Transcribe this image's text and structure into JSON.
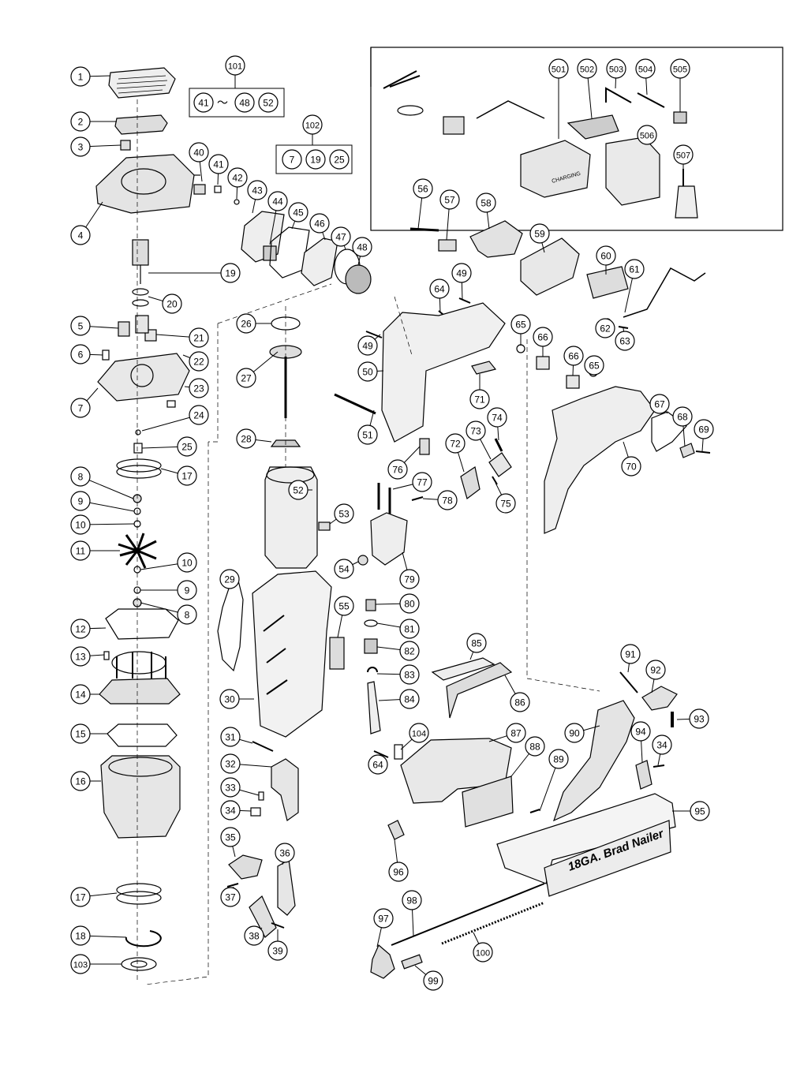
{
  "diagram": {
    "callouts": [
      {
        "n": "1"
      },
      {
        "n": "2"
      },
      {
        "n": "3"
      },
      {
        "n": "4"
      },
      {
        "n": "5"
      },
      {
        "n": "6"
      },
      {
        "n": "7"
      },
      {
        "n": "8"
      },
      {
        "n": "9"
      },
      {
        "n": "10"
      },
      {
        "n": "11"
      },
      {
        "n": "10"
      },
      {
        "n": "9"
      },
      {
        "n": "8"
      },
      {
        "n": "12"
      },
      {
        "n": "13"
      },
      {
        "n": "14"
      },
      {
        "n": "15"
      },
      {
        "n": "16"
      },
      {
        "n": "17"
      },
      {
        "n": "18"
      },
      {
        "n": "103"
      },
      {
        "n": "19"
      },
      {
        "n": "20"
      },
      {
        "n": "21"
      },
      {
        "n": "22"
      },
      {
        "n": "23"
      },
      {
        "n": "24"
      },
      {
        "n": "25"
      },
      {
        "n": "17"
      },
      {
        "n": "40"
      },
      {
        "n": "41"
      },
      {
        "n": "42"
      },
      {
        "n": "43"
      },
      {
        "n": "44"
      },
      {
        "n": "45"
      },
      {
        "n": "46"
      },
      {
        "n": "47"
      },
      {
        "n": "48"
      },
      {
        "n": "26"
      },
      {
        "n": "27"
      },
      {
        "n": "28"
      },
      {
        "n": "52"
      },
      {
        "n": "53"
      },
      {
        "n": "29"
      },
      {
        "n": "55"
      },
      {
        "n": "30"
      },
      {
        "n": "31"
      },
      {
        "n": "32"
      },
      {
        "n": "33"
      },
      {
        "n": "34"
      },
      {
        "n": "35"
      },
      {
        "n": "36"
      },
      {
        "n": "37"
      },
      {
        "n": "38"
      },
      {
        "n": "39"
      },
      {
        "n": "56"
      },
      {
        "n": "57"
      },
      {
        "n": "58"
      },
      {
        "n": "59"
      },
      {
        "n": "64"
      },
      {
        "n": "49"
      },
      {
        "n": "49"
      },
      {
        "n": "50"
      },
      {
        "n": "51"
      },
      {
        "n": "65"
      },
      {
        "n": "66"
      },
      {
        "n": "71"
      },
      {
        "n": "76"
      },
      {
        "n": "72"
      },
      {
        "n": "73"
      },
      {
        "n": "74"
      },
      {
        "n": "75"
      },
      {
        "n": "77"
      },
      {
        "n": "78"
      },
      {
        "n": "54"
      },
      {
        "n": "79"
      },
      {
        "n": "80"
      },
      {
        "n": "81"
      },
      {
        "n": "82"
      },
      {
        "n": "83"
      },
      {
        "n": "84"
      },
      {
        "n": "85"
      },
      {
        "n": "86"
      },
      {
        "n": "104"
      },
      {
        "n": "87"
      },
      {
        "n": "88"
      },
      {
        "n": "89"
      },
      {
        "n": "64"
      },
      {
        "n": "96"
      },
      {
        "n": "90"
      },
      {
        "n": "60"
      },
      {
        "n": "61"
      },
      {
        "n": "62"
      },
      {
        "n": "63"
      },
      {
        "n": "66"
      },
      {
        "n": "65"
      },
      {
        "n": "67"
      },
      {
        "n": "68"
      },
      {
        "n": "69"
      },
      {
        "n": "70"
      },
      {
        "n": "91"
      },
      {
        "n": "92"
      },
      {
        "n": "93"
      },
      {
        "n": "94"
      },
      {
        "n": "34"
      },
      {
        "n": "95"
      },
      {
        "n": "97"
      },
      {
        "n": "98"
      },
      {
        "n": "99"
      },
      {
        "n": "100"
      },
      {
        "n": "501"
      },
      {
        "n": "502"
      },
      {
        "n": "503"
      },
      {
        "n": "504"
      },
      {
        "n": "505"
      },
      {
        "n": "506"
      },
      {
        "n": "507"
      }
    ],
    "kit_101": {
      "head": "101",
      "items": [
        "41",
        "〜",
        "48",
        "52"
      ]
    },
    "kit_102": {
      "head": "102",
      "items": [
        "7",
        "19",
        "25"
      ]
    },
    "printed_labels": {
      "magazine": "18GA. Brad Nailer",
      "charger": "CHARGING"
    },
    "colors": {
      "line": "#000000",
      "background": "#ffffff",
      "shade": "#d8d8d8"
    }
  }
}
